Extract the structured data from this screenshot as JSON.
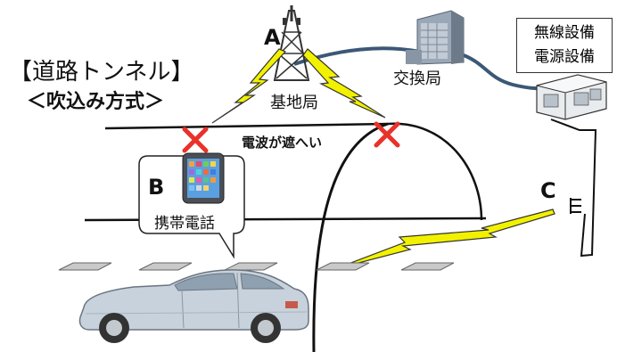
{
  "title": "【道路トンネル】",
  "subtitle": "＜吹込み方式＞",
  "labels": {
    "point_a": "A",
    "point_b": "B",
    "point_c": "C",
    "base_station": "基地局",
    "exchange": "交換局",
    "radio_equipment": "無線設備",
    "power_equipment": "電源設備",
    "blocked": "電波が遮へい",
    "mobile_phone": "携帯電話"
  },
  "icons": {
    "tower": "radio-tower-icon",
    "building": "office-building-icon",
    "equipment": "server-cabinet-icon",
    "phone": "smartphone-icon",
    "car": "car-icon",
    "antenna": "antenna-icon",
    "block": "x-mark-icon",
    "signal": "lightning-bolt-icon"
  },
  "colors": {
    "signal": "#f2f200",
    "block_x": "#e8322a",
    "cable": "#3b5876",
    "car_body": "#c7d2dc",
    "line": "#111111"
  }
}
